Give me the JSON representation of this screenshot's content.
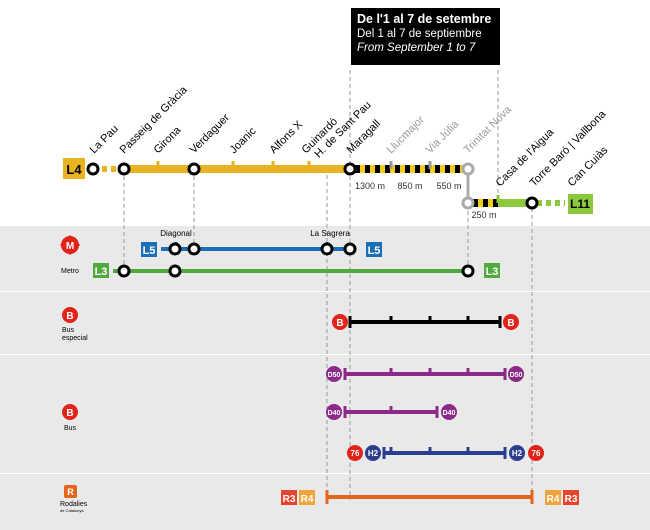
{
  "notice": {
    "line1": "De l'1 al 7 de setembre",
    "line2": "Del 1 al 7 de septiembre",
    "line3": "From September 1 to 7"
  },
  "colors": {
    "l4": "#e7b320",
    "l5": "#1a6fb8",
    "l3": "#51aa3d",
    "l11": "#8cc83c",
    "bus_special": "#000000",
    "d50": "#8b2a89",
    "d40": "#8b2a89",
    "h2": "#2a3d8f",
    "rodalies": "#e2661d",
    "r3": "#e8442f",
    "r4": "#f2a33a",
    "closed": "#000000",
    "closed_station": "#aaaaaa"
  },
  "l4_line": {
    "badge": "L4",
    "stations": [
      {
        "name": "La Pau",
        "status": "open"
      },
      {
        "name": "Passeig de Gràcia",
        "status": "open"
      },
      {
        "name": "Girona",
        "status": "open"
      },
      {
        "name": "Verdaguer",
        "status": "open"
      },
      {
        "name": "Joanic",
        "status": "open"
      },
      {
        "name": "Alfons X",
        "status": "open"
      },
      {
        "name": "Guinardó | H. de Sant Pau",
        "status": "open"
      },
      {
        "name": "Maragall",
        "status": "open"
      },
      {
        "name": "Llucmajor",
        "status": "closed"
      },
      {
        "name": "Via Júlia",
        "status": "closed"
      },
      {
        "name": "Trinitat Nova",
        "status": "closed"
      },
      {
        "name": "Casa de l'Aigua",
        "status": "open"
      },
      {
        "name": "Torre Baró | Vallbona",
        "status": "open"
      },
      {
        "name": "Can Cuiàs",
        "status": "open"
      }
    ],
    "distances": [
      "1300 m",
      "850 m",
      "550 m",
      "250 m"
    ]
  },
  "l11_badge": "L11",
  "metro": {
    "label": "Metro",
    "logo": "M",
    "l5_badge": "L5",
    "l3_badge": "L3",
    "diagonal": "Diagonal",
    "la_sagrera": "La Sagrera"
  },
  "bus_special": {
    "label": "Bus especial",
    "logo": "B",
    "badge": "B"
  },
  "bus": {
    "label": "Bus",
    "logo": "B",
    "d50": "D50",
    "d40": "D40",
    "n76": "76",
    "h2": "H2"
  },
  "rodalies": {
    "label": "Rodalies",
    "sublabel": "de Catalunya",
    "logo": "R",
    "r3": "R3",
    "r4": "R4"
  }
}
